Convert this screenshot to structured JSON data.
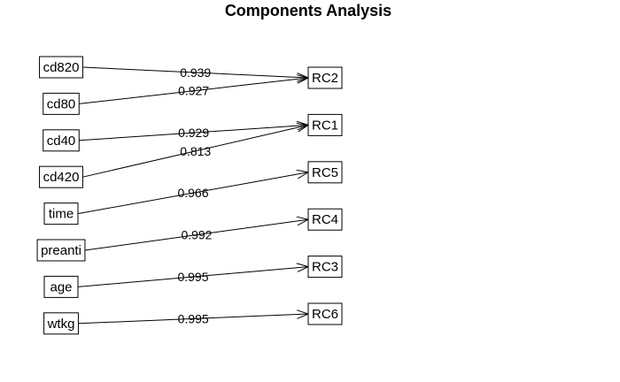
{
  "title": "Components Analysis",
  "variables": [
    "cd820",
    "cd80",
    "cd40",
    "cd420",
    "time",
    "preanti",
    "age",
    "wtkg"
  ],
  "components": [
    "RC2",
    "RC1",
    "RC5",
    "RC4",
    "RC3",
    "RC6"
  ],
  "loadings": [
    {
      "from": "cd820",
      "to": "RC2",
      "value": "0.939"
    },
    {
      "from": "cd80",
      "to": "RC2",
      "value": "0.927"
    },
    {
      "from": "cd40",
      "to": "RC1",
      "value": "0.929"
    },
    {
      "from": "cd420",
      "to": "RC1",
      "value": "0.813"
    },
    {
      "from": "time",
      "to": "RC5",
      "value": "0.966"
    },
    {
      "from": "preanti",
      "to": "RC4",
      "value": "0.992"
    },
    {
      "from": "age",
      "to": "RC3",
      "value": "0.995"
    },
    {
      "from": "wtkg",
      "to": "RC6",
      "value": "0.995"
    }
  ]
}
